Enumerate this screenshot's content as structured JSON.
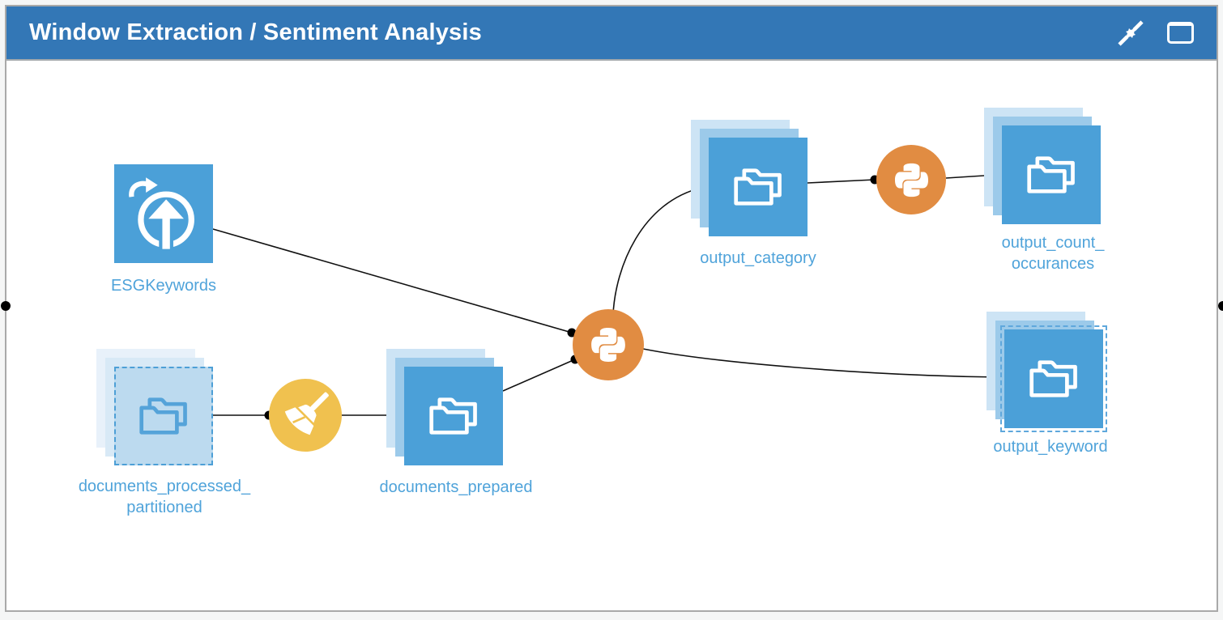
{
  "window": {
    "title": "Window Extraction / Sentiment Analysis",
    "controls": [
      {
        "icon": "collapse-arrows-icon"
      },
      {
        "icon": "window-rectangle-icon"
      }
    ]
  },
  "colors": {
    "titlebar_blue": "#3377b6",
    "dataset_blue": "#4ba0d8",
    "label_blue": "#4fa3da",
    "python_orange": "#e18c42",
    "prepare_yellow": "#f0c14f",
    "faded_dataset_fill": "#bcdaef",
    "edge_black": "#111111",
    "input_dot_slate": "#4a7d9e"
  },
  "flow": {
    "datasets": [
      {
        "id": "esg",
        "label": "ESGKeywords",
        "type": "uploaded-dataset",
        "icon": "upload-arrow-icon"
      },
      {
        "id": "documents_processed_partitioned",
        "label_line1": "documents_processed_",
        "label_line2": "partitioned",
        "type": "folder-dataset-partitioned-faded",
        "icon": "folders-icon"
      },
      {
        "id": "documents_prepared",
        "label": "documents_prepared",
        "type": "folder-dataset",
        "icon": "folders-icon"
      },
      {
        "id": "output_category",
        "label": "output_category",
        "type": "folder-dataset",
        "icon": "folders-icon"
      },
      {
        "id": "output_count_occurances",
        "label_line1": "output_count_",
        "label_line2": "occurances",
        "type": "folder-dataset",
        "icon": "folders-icon"
      },
      {
        "id": "output_keyword",
        "label": "output_keyword",
        "type": "folder-dataset-partitioned",
        "icon": "folders-icon"
      }
    ],
    "recipes": [
      {
        "id": "prepare",
        "icon": "broom-icon",
        "color": "#f0c14f"
      },
      {
        "id": "python_main",
        "icon": "python-icon",
        "color": "#e18c42"
      },
      {
        "id": "python_count",
        "icon": "python-icon",
        "color": "#e18c42"
      }
    ],
    "edges": [
      {
        "from": "ESGKeywords",
        "to": "python_main"
      },
      {
        "from": "documents_processed_partitioned",
        "to": "prepare"
      },
      {
        "from": "prepare",
        "to": "documents_prepared"
      },
      {
        "from": "documents_prepared",
        "to": "python_main"
      },
      {
        "from": "python_main",
        "to": "output_category"
      },
      {
        "from": "python_main",
        "to": "output_keyword"
      },
      {
        "from": "output_category",
        "to": "python_count"
      },
      {
        "from": "python_count",
        "to": "output_count_occurances"
      }
    ]
  }
}
